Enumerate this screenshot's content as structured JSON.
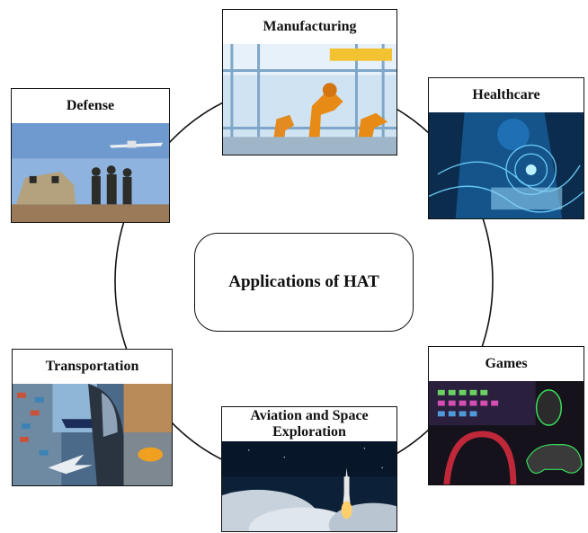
{
  "center": {
    "label": "Applications of HAT"
  },
  "nodes": [
    {
      "id": "manufacturing",
      "title": "Manufacturing"
    },
    {
      "id": "healthcare",
      "title": "Healthcare"
    },
    {
      "id": "games",
      "title": "Games"
    },
    {
      "id": "aviation",
      "title": "Aviation and Space Exploration"
    },
    {
      "id": "transportation",
      "title": "Transportation"
    },
    {
      "id": "defense",
      "title": "Defense"
    }
  ],
  "colors": {
    "line": "#111111",
    "background": "#ffffff"
  }
}
